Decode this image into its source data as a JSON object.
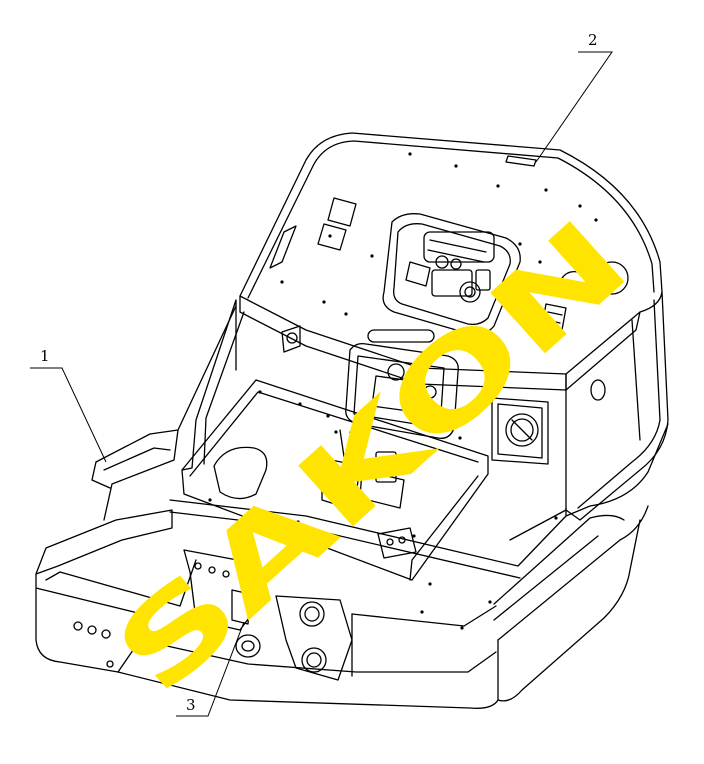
{
  "callouts": [
    {
      "label": "1"
    },
    {
      "label": "2"
    },
    {
      "label": "3"
    }
  ],
  "watermark": {
    "text": "SAKON",
    "color": "#ffe400"
  },
  "colors": {
    "line": "#000000",
    "background": "#ffffff"
  }
}
